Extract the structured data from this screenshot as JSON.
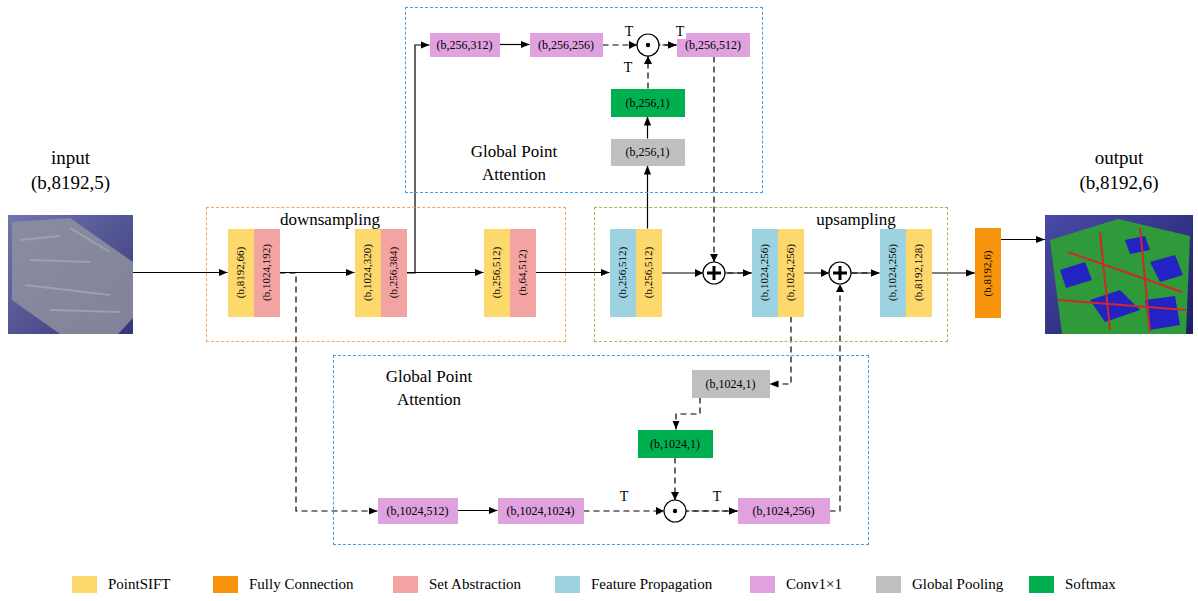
{
  "diagram": {
    "nodes": [
      {
        "text": [
          "input",
          "(b,8192,5)"
        ]
      },
      {
        "text": [
          "downsampling"
        ]
      },
      {
        "text": [
          "(b,8192,66)"
        ],
        "in": 1
      },
      {
        "text": [
          "(b,1024,192)"
        ],
        "in": 1
      },
      {
        "text": [
          "(b,1024,320)"
        ],
        "in": 1
      },
      {
        "text": [
          "(b,256,384)"
        ],
        "in": 1
      },
      {
        "text": [
          "(b,256,512)"
        ],
        "in": 1
      },
      {
        "text": [
          "(b,64,512)"
        ],
        "in": 1
      },
      {
        "text": [
          "Global Point Attention"
        ]
      },
      {
        "text": [
          "(b,256,312)"
        ],
        "in": 8
      },
      {
        "text": [
          "(b,256,256)"
        ],
        "in": 8
      },
      {
        "text": [
          "(b,256,512)"
        ],
        "in": 8
      },
      {
        "text": [
          "(b,256,1)"
        ],
        "in": 8
      },
      {
        "text": [
          "(b,256,1)"
        ],
        "in": 8
      },
      {
        "text": [
          "upsampling"
        ]
      },
      {
        "text": [
          "(b,256,512)"
        ],
        "in": 14
      },
      {
        "text": [
          "(b,256,512)"
        ],
        "in": 14
      },
      {
        "text": [
          "(b,1024,256)"
        ],
        "in": 14
      },
      {
        "text": [
          "(b,1024,256)"
        ],
        "in": 14
      },
      {
        "text": [
          "(b,1024,256)"
        ],
        "in": 14
      },
      {
        "text": [
          "(b,8192,128)"
        ],
        "in": 14
      },
      {
        "text": [
          "(b,8192,6)"
        ]
      },
      {
        "text": [
          "output",
          "(b,8192,6)"
        ]
      },
      {
        "text": [
          "Global Point Attention"
        ]
      },
      {
        "text": [
          "(b,1024,1)"
        ],
        "in": 23
      },
      {
        "text": [
          "(b,1024,1)"
        ],
        "in": 23
      },
      {
        "text": [
          "(b,1024,512)"
        ],
        "in": 23
      },
      {
        "text": [
          "(b,1024,1024)"
        ],
        "in": 23
      },
      {
        "text": [
          "(b,1024,256)"
        ],
        "in": 23
      }
    ],
    "edges": [
      {
        "from": 0,
        "to": 2,
        "arrow": "to"
      },
      {
        "from": 3,
        "to": 4,
        "arrow": "to"
      },
      {
        "from": 5,
        "to": 6,
        "arrow": "to"
      },
      {
        "from": 7,
        "to": 15,
        "arrow": "to"
      },
      {
        "from": 5,
        "to": 9,
        "arrow": "to"
      },
      {
        "from": 9,
        "to": 10,
        "arrow": "to"
      },
      {
        "from": 10,
        "to": 11,
        "arrow": "to"
      },
      {
        "from": 12,
        "to": 11,
        "arrow": "to"
      },
      {
        "from": 13,
        "to": 12,
        "arrow": "to"
      },
      {
        "from": 16,
        "to": 13,
        "arrow": "to"
      },
      {
        "from": 11,
        "to": 17,
        "arrow": "to"
      },
      {
        "from": 16,
        "to": 17,
        "arrow": "to"
      },
      {
        "from": 18,
        "to": 19,
        "arrow": "to"
      },
      {
        "from": 28,
        "to": 19,
        "arrow": "to"
      },
      {
        "from": 18,
        "to": 24,
        "arrow": "to"
      },
      {
        "from": 24,
        "to": 25,
        "arrow": "to"
      },
      {
        "from": 25,
        "to": 28,
        "arrow": "to"
      },
      {
        "from": 27,
        "to": 28,
        "arrow": "to"
      },
      {
        "from": 3,
        "to": 26,
        "arrow": "to"
      },
      {
        "from": 26,
        "to": 27,
        "arrow": "to"
      },
      {
        "from": 20,
        "to": 21,
        "arrow": "to"
      },
      {
        "from": 21,
        "to": 22,
        "arrow": "to"
      }
    ],
    "labels": [
      "T",
      "T",
      "T",
      "T",
      "T"
    ],
    "legend": [
      {
        "text": "PointSIFT",
        "color": "#fdd86c"
      },
      {
        "text": "Fully Connection",
        "color": "#f7940b"
      },
      {
        "text": "Set Abstraction",
        "color": "#f4a3a3"
      },
      {
        "text": "Feature Propagation",
        "color": "#9dd3e0"
      },
      {
        "text": "Conv1×1",
        "color": "#dfa2df"
      },
      {
        "text": "Global Pooling",
        "color": "#bfbfbf"
      },
      {
        "text": "Softmax",
        "color": "#00b050"
      }
    ]
  }
}
